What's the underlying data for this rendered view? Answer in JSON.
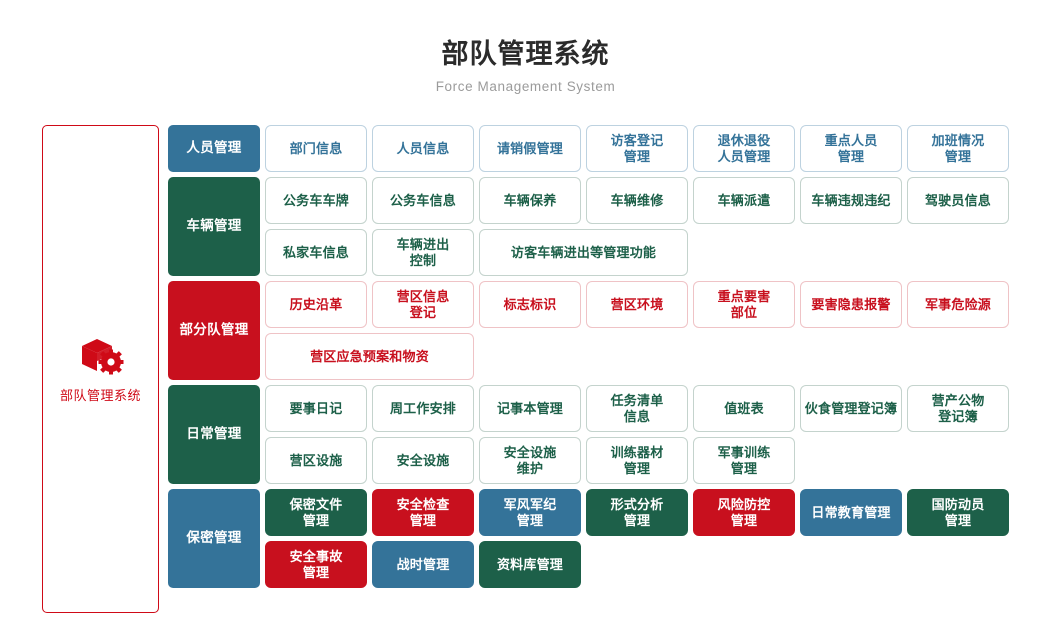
{
  "header": {
    "title": "部队管理系统",
    "subtitle": "Force Management System"
  },
  "sidebar": {
    "icon": "cube-gear-icon",
    "label": "部队管理系统",
    "accent": "#cf0a17"
  },
  "colors": {
    "blue": "#347399",
    "green": "#1d6049",
    "red": "#c8101e",
    "title": "#2b2b2b",
    "subtitle": "#9b9b9b"
  },
  "groups": [
    {
      "head": "人员管理",
      "head_color": "blue",
      "items": [
        {
          "label": "部门信息",
          "style": "o-blue",
          "span": 1
        },
        {
          "label": "人员信息",
          "style": "o-blue",
          "span": 1
        },
        {
          "label": "请销假管理",
          "style": "o-blue",
          "span": 1
        },
        {
          "label": "访客登记\n管理",
          "style": "o-blue",
          "span": 1
        },
        {
          "label": "退休退役\n人员管理",
          "style": "o-blue",
          "span": 1
        },
        {
          "label": "重点人员\n管理",
          "style": "o-blue",
          "span": 1
        },
        {
          "label": "加班情况\n管理",
          "style": "o-blue",
          "span": 1
        }
      ]
    },
    {
      "head": "车辆管理",
      "head_color": "green",
      "items": [
        {
          "label": "公务车车牌",
          "style": "o-green",
          "span": 1
        },
        {
          "label": "公务车信息",
          "style": "o-green",
          "span": 1
        },
        {
          "label": "车辆保养",
          "style": "o-green",
          "span": 1
        },
        {
          "label": "车辆维修",
          "style": "o-green",
          "span": 1
        },
        {
          "label": "车辆派遣",
          "style": "o-green",
          "span": 1
        },
        {
          "label": "车辆违规违纪",
          "style": "o-green",
          "span": 1
        },
        {
          "label": "驾驶员信息",
          "style": "o-green",
          "span": 1
        },
        {
          "label": "私家车信息",
          "style": "o-green",
          "span": 1
        },
        {
          "label": "车辆进出\n控制",
          "style": "o-green",
          "span": 1
        },
        {
          "label": "访客车辆进出等管理功能",
          "style": "o-green",
          "span": 2
        }
      ]
    },
    {
      "head": "部分队管理",
      "head_color": "red",
      "items": [
        {
          "label": "历史沿革",
          "style": "o-red",
          "span": 1
        },
        {
          "label": "营区信息\n登记",
          "style": "o-red",
          "span": 1
        },
        {
          "label": "标志标识",
          "style": "o-red",
          "span": 1
        },
        {
          "label": "营区环境",
          "style": "o-red",
          "span": 1
        },
        {
          "label": "重点要害\n部位",
          "style": "o-red",
          "span": 1
        },
        {
          "label": "要害隐患报警",
          "style": "o-red",
          "span": 1
        },
        {
          "label": "军事危险源",
          "style": "o-red",
          "span": 1
        },
        {
          "label": "营区应急预案和物资",
          "style": "o-red",
          "span": 2
        }
      ]
    },
    {
      "head": "日常管理",
      "head_color": "green",
      "items": [
        {
          "label": "要事日记",
          "style": "o-green",
          "span": 1
        },
        {
          "label": "周工作安排",
          "style": "o-green",
          "span": 1
        },
        {
          "label": "记事本管理",
          "style": "o-green",
          "span": 1
        },
        {
          "label": "任务清单\n信息",
          "style": "o-green",
          "span": 1
        },
        {
          "label": "值班表",
          "style": "o-green",
          "span": 1
        },
        {
          "label": "伙食管理登记簿",
          "style": "o-green",
          "span": 1
        },
        {
          "label": "营产公物\n登记簿",
          "style": "o-green",
          "span": 1
        },
        {
          "label": "营区设施",
          "style": "o-green",
          "span": 1
        },
        {
          "label": "安全设施",
          "style": "o-green",
          "span": 1
        },
        {
          "label": "安全设施\n维护",
          "style": "o-green",
          "span": 1
        },
        {
          "label": "训练器材\n管理",
          "style": "o-green",
          "span": 1
        },
        {
          "label": "军事训练\n管理",
          "style": "o-green",
          "span": 1
        }
      ]
    },
    {
      "head": "保密管理",
      "head_color": "blue",
      "items": [
        {
          "label": "保密文件\n管理",
          "style": "f-green",
          "span": 1
        },
        {
          "label": "安全检查\n管理",
          "style": "f-red",
          "span": 1
        },
        {
          "label": "军风军纪\n管理",
          "style": "f-blue",
          "span": 1
        },
        {
          "label": "形式分析\n管理",
          "style": "f-green",
          "span": 1
        },
        {
          "label": "风险防控\n管理",
          "style": "f-red",
          "span": 1
        },
        {
          "label": "日常教育管理",
          "style": "f-blue",
          "span": 1
        },
        {
          "label": "国防动员\n管理",
          "style": "f-green",
          "span": 1
        },
        {
          "label": "安全事故\n管理",
          "style": "f-red",
          "span": 1
        },
        {
          "label": "战时管理",
          "style": "f-blue",
          "span": 1
        },
        {
          "label": "资料库管理",
          "style": "f-green",
          "span": 1
        }
      ]
    }
  ]
}
